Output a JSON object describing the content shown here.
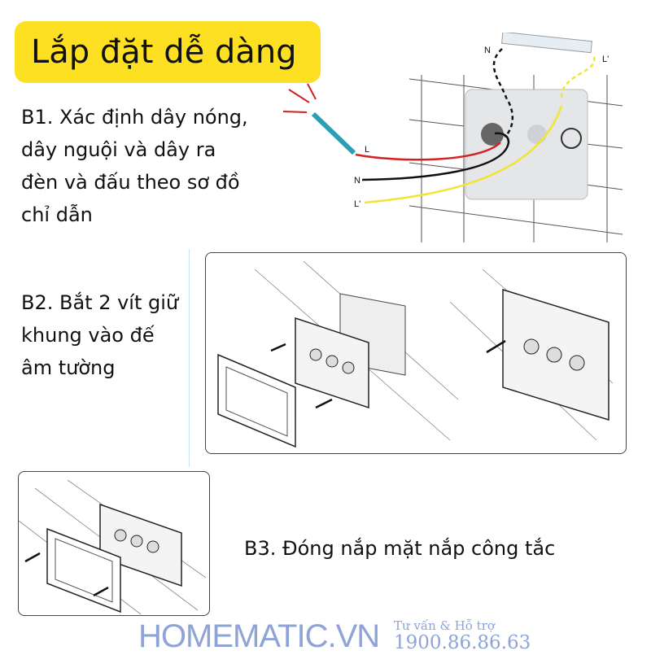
{
  "title": "Lắp đặt dễ dàng",
  "steps": {
    "b1": [
      "B1. Xác định dây nóng,",
      "dây nguội và dây ra",
      "đèn và đấu theo sơ đồ",
      "chỉ dẫn"
    ],
    "b2": [
      "B2. Bắt 2 vít giữ",
      "khung vào đế",
      "âm tường"
    ],
    "b3": "B3. Đóng nắp mặt nắp công tắc"
  },
  "wiring_labels": {
    "l": "L",
    "n": "N",
    "l_prime": "L'",
    "lamp_n": "N",
    "lamp_l_prime": "L'"
  },
  "brand": {
    "name": "HOMEMATIC.VN",
    "support_label": "Tư vấn & Hỗ trợ",
    "hotline": "1900.86.86.63"
  },
  "colors": {
    "title_bg": "#fde021",
    "live": "#d42020",
    "neutral": "#111111",
    "lamp": "#f2e530",
    "brand": "#8ea4d6"
  }
}
